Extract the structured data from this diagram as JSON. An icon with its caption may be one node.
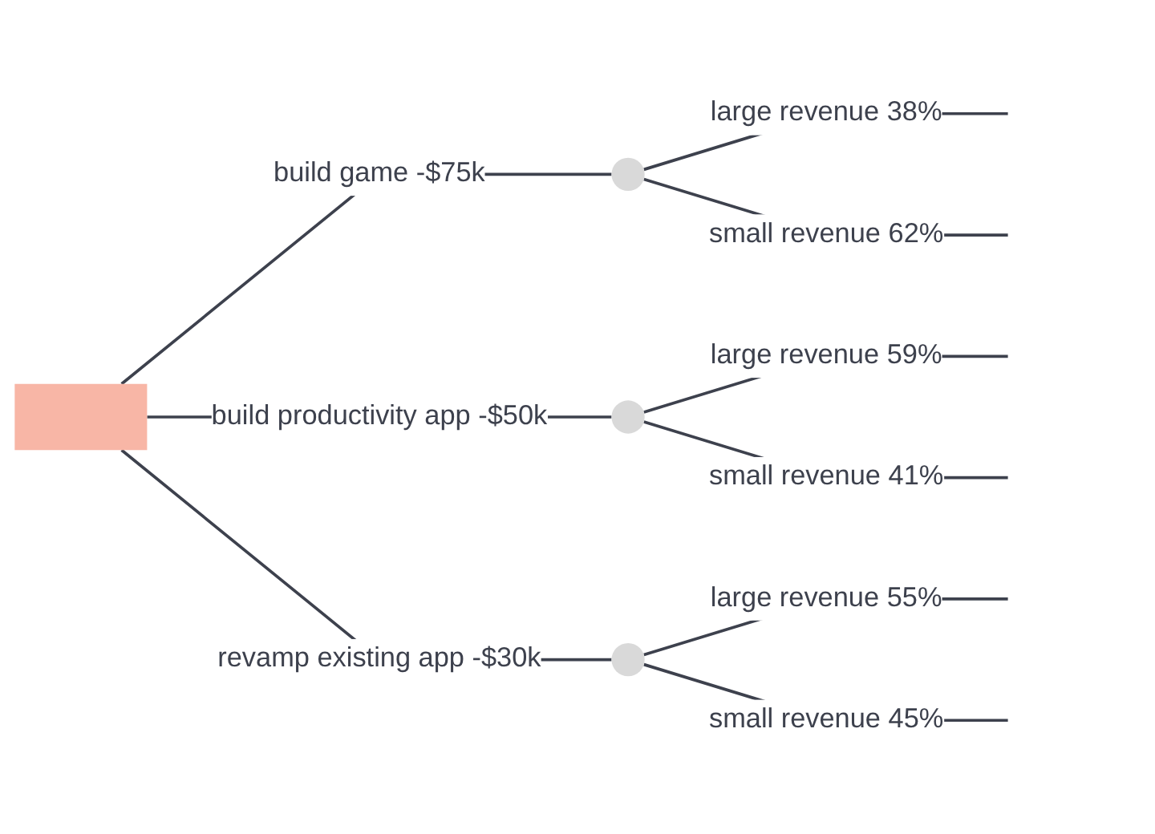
{
  "diagram": {
    "nodes": [
      {
        "text": [],
        "shape": "box"
      },
      {
        "text": [],
        "shape": "circle"
      },
      {
        "text": [],
        "shape": "circle"
      },
      {
        "text": [],
        "shape": "circle"
      }
    ],
    "edges": [
      {
        "from": 0,
        "to": 1,
        "arrow": "none",
        "label": "build game -$75k"
      },
      {
        "from": 0,
        "to": 2,
        "arrow": "none",
        "label": "build productivity app -$50k"
      },
      {
        "from": 0,
        "to": 3,
        "arrow": "none",
        "label": "revamp existing app -$30k"
      },
      {
        "from": 1,
        "to": null,
        "arrow": "none",
        "label": "large revenue 38%"
      },
      {
        "from": 1,
        "to": null,
        "arrow": "none",
        "label": "small revenue 62%"
      },
      {
        "from": 2,
        "to": null,
        "arrow": "none",
        "label": "large revenue 59%"
      },
      {
        "from": 2,
        "to": null,
        "arrow": "none",
        "label": "small revenue 41%"
      },
      {
        "from": 3,
        "to": null,
        "arrow": "none",
        "label": "large revenue 55%"
      },
      {
        "from": 3,
        "to": null,
        "arrow": "none",
        "label": "small revenue 45%"
      }
    ]
  }
}
